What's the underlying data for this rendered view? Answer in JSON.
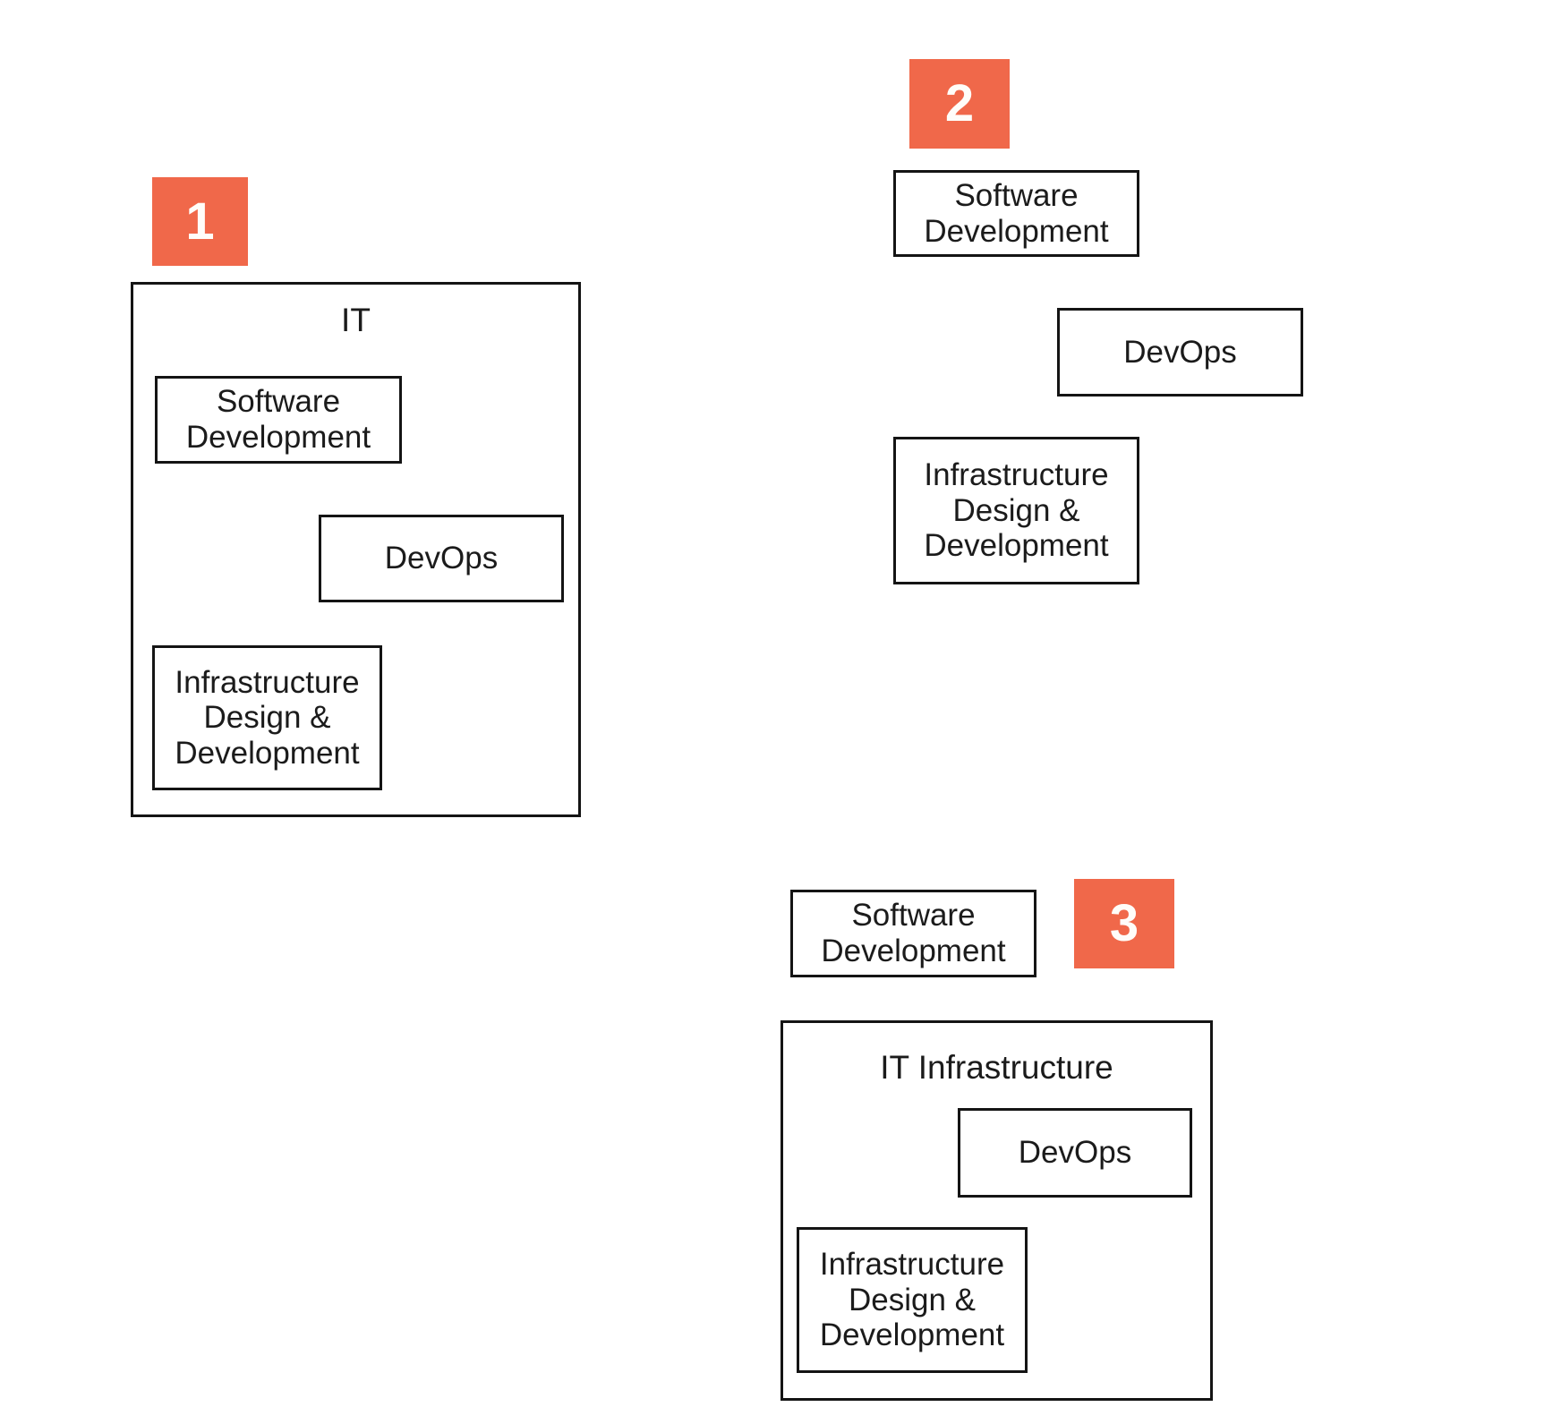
{
  "colors": {
    "accent_orange": "#f0684a",
    "box_border": "#141414",
    "text": "#1b1b1b",
    "number_text": "#ffffff",
    "background": "#ffffff"
  },
  "sections": [
    {
      "number": "1",
      "group_box": {
        "label": "IT",
        "children": [
          "Software Development",
          "DevOps",
          "Infrastructure Design & Development"
        ]
      }
    },
    {
      "number": "2",
      "free_boxes": [
        "Software Development",
        "DevOps",
        "Infrastructure Design & Development"
      ]
    },
    {
      "number": "3",
      "free_boxes": [
        "Software Development"
      ],
      "group_box": {
        "label": "IT Infrastructure",
        "children": [
          "DevOps",
          "Infrastructure Design & Development"
        ]
      }
    }
  ]
}
